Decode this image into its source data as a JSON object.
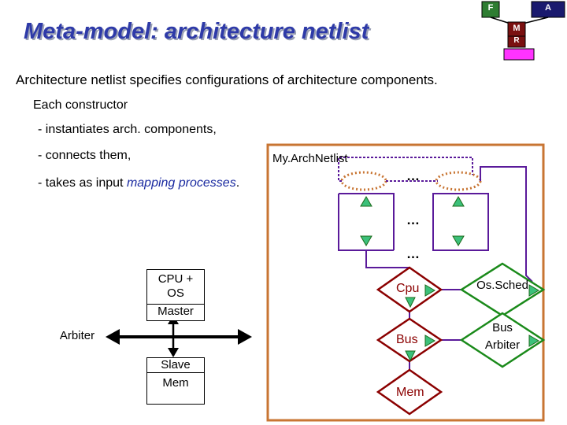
{
  "title": "Meta-model: architecture netlist",
  "intro": "Architecture netlist specifies configurations of architecture components.",
  "bullets": {
    "header": "Each constructor",
    "item1": "- instantiates arch. components,",
    "item2": "- connects them,",
    "item3_prefix": "- takes as input ",
    "item3_italic": "mapping processes",
    "item3_suffix": "."
  },
  "netlist": {
    "name": "My.ArchNetlist",
    "ellipsis": "…",
    "cpu": "Cpu",
    "bus": "Bus",
    "mem": "Mem",
    "os_sched": "Os.Sched",
    "bus_arbiter_line1": "Bus",
    "bus_arbiter_line2": "Arbiter"
  },
  "left_diagram": {
    "cpu_os_line1": "CPU +",
    "cpu_os_line2": "OS",
    "master": "Master",
    "arbiter": "Arbiter",
    "slave": "Slave",
    "mem": "Mem"
  },
  "mini_diagram": {
    "f": "F",
    "a": "A",
    "m": "M",
    "r": "R"
  },
  "colors": {
    "title": "#2e3aa8",
    "frame": "#c87533",
    "purple": "#5a1a9a",
    "green": "#1a8a1a",
    "dark_red": "#8b0000",
    "mini_green": "#2e7d32",
    "mini_navy": "#1a1a6e",
    "mini_brown": "#7a1010",
    "mini_magenta": "#ff33ff"
  }
}
